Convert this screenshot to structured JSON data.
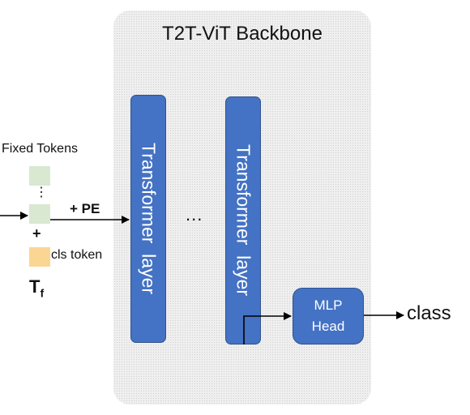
{
  "backbone": {
    "title": "T2T-ViT Backbone"
  },
  "layers": {
    "first": "Transformer  layer",
    "second": "Transformer  layer",
    "ellipsis": "..."
  },
  "mlp": {
    "line1": "MLP",
    "line2": "Head"
  },
  "tokens": {
    "fixed_label": "Fixed Tokens",
    "vdots": "⋮",
    "plus": "+",
    "cls_label": "cls token",
    "tf_main": "T",
    "tf_sub": "f"
  },
  "arrow_labels": {
    "pe": "+ PE",
    "output": "class"
  },
  "colors": {
    "block": "#4472c4",
    "block_border": "#2f528f",
    "fixed_token": "#d9e8d1",
    "cls_token": "#fbd693"
  }
}
